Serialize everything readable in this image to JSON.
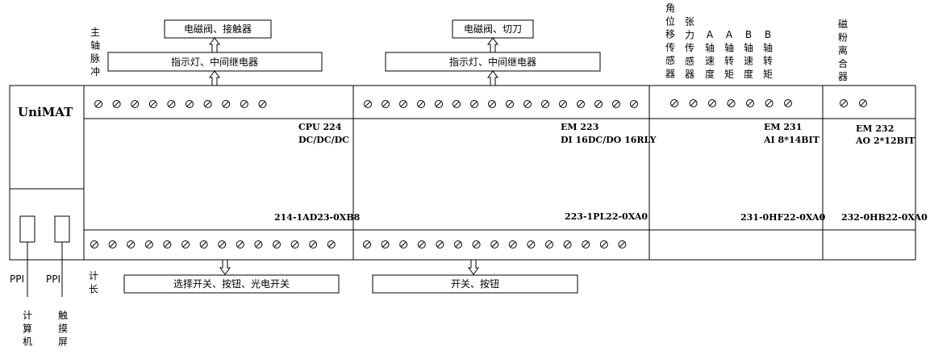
{
  "top_boxes": [
    {
      "id": "cpu-output-device",
      "text": "电磁阀、接触器"
    },
    {
      "id": "cpu-output-relay",
      "text": "指示灯、中间继电器"
    },
    {
      "id": "em223-output-device",
      "text": "电磁阀、切刀"
    },
    {
      "id": "em223-output-relay",
      "text": "指示灯、中间继电器"
    }
  ],
  "bottom_boxes": [
    {
      "id": "cpu-input",
      "text": "选择开关、按钮、光电开关"
    },
    {
      "id": "em223-input",
      "text": "开关、按钮"
    }
  ],
  "vertical_labels": [
    {
      "id": "spindle-pulse",
      "text": "主轴脉冲"
    },
    {
      "id": "angle-sensor",
      "text": "角位移传感器"
    },
    {
      "id": "tension-sensor",
      "text": "张力传感器"
    },
    {
      "id": "a-axis-speed",
      "text": "A轴速度"
    },
    {
      "id": "a-axis-torque",
      "text": "A轴转矩"
    },
    {
      "id": "b-axis-speed",
      "text": "B轴速度"
    },
    {
      "id": "b-axis-torque",
      "text": "B轴转矩"
    },
    {
      "id": "magnetic-clutch",
      "text": "磁粉离合器"
    },
    {
      "id": "length-count",
      "text": "计长"
    },
    {
      "id": "computer",
      "text": "计算机"
    },
    {
      "id": "touch-screen",
      "text": "触摸屏"
    }
  ],
  "ports": [
    {
      "id": "ppi-1",
      "text": "PPI"
    },
    {
      "id": "ppi-2",
      "text": "PPI"
    }
  ],
  "brand": "UniMAT",
  "modules": [
    {
      "id": "cpu224",
      "line1": "CPU 224",
      "line2": "DC/DC/DC",
      "part": "214-1AD23-0XB8"
    },
    {
      "id": "em223",
      "line1": "EM 223",
      "line2": "DI 16DC/DO 16RLY",
      "part": "223-1PL22-0XA0"
    },
    {
      "id": "em231",
      "line1": "EM 231",
      "line2": "AI 8*14BIT",
      "part": "231-0HF22-0XA0"
    },
    {
      "id": "em232",
      "line1": "EM 232",
      "line2": "AO 2*12BIT",
      "part": "232-0HB22-0XA0"
    }
  ]
}
